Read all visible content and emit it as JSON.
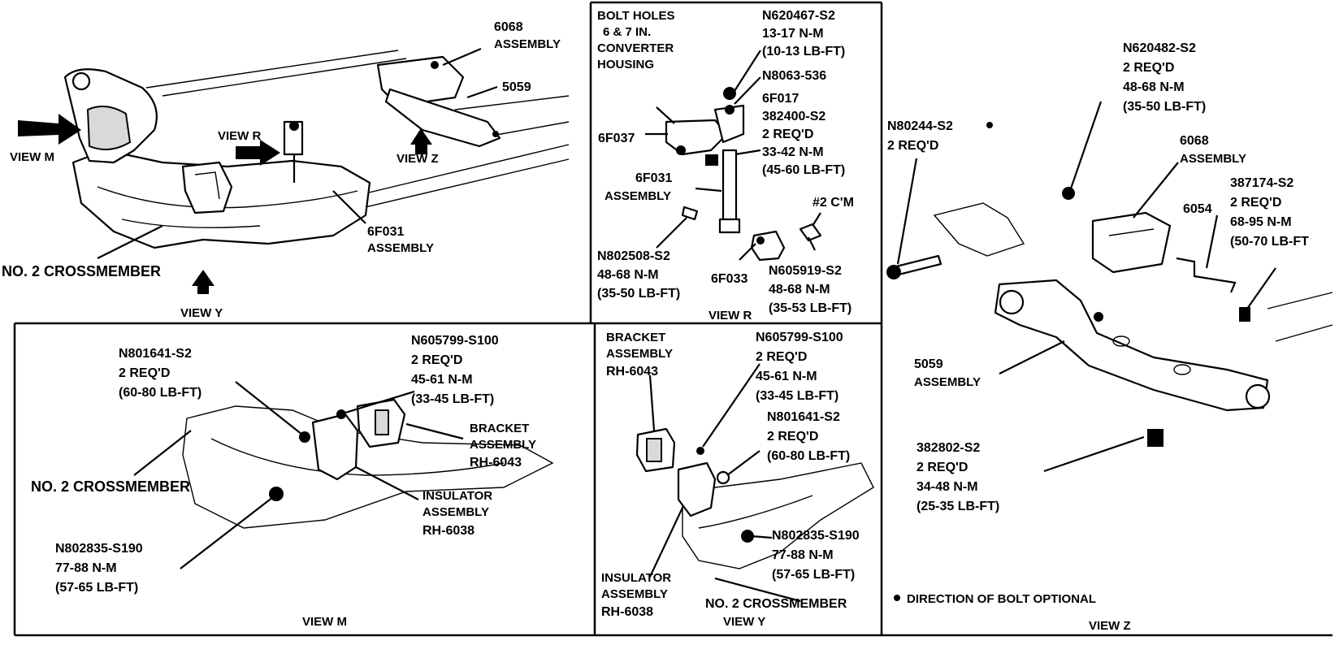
{
  "panels": {
    "overview": {
      "labels": {
        "l6068": "6068",
        "assembly1": "ASSEMBLY",
        "l5059": "5059",
        "viewR": "VIEW R",
        "viewZ": "VIEW Z",
        "viewM": "VIEW M",
        "l6f031": "6F031",
        "assembly2": "ASSEMBLY",
        "crossmember": "NO. 2 CROSSMEMBER",
        "viewY": "VIEW Y"
      }
    },
    "view_r": {
      "caption": "VIEW R",
      "labels": {
        "boltholes1": "BOLT HOLES",
        "boltholes2": "6 & 7 IN.",
        "boltholes3": "CONVERTER",
        "boltholes4": "HOUSING",
        "n620467": "N620467-S2",
        "n620467t1": "13-17 N-M",
        "n620467t2": "(10-13 LB-FT)",
        "n8063": "N8063-536",
        "l6f017": "6F017",
        "n382400": "382400-S2",
        "req1": "2 REQ'D",
        "t3342": "33-42 N-M",
        "t4560": "(45-60 LB-FT)",
        "l6f037": "6F037",
        "l6f031": "6F031",
        "assembly": "ASSEMBLY",
        "c2cm": "#2 C'M",
        "n802508": "N802508-S2",
        "n802508t1": "48-68 N-M",
        "n802508t2": "(35-50 LB-FT)",
        "l6f033": "6F033",
        "n605919": "N605919-S2",
        "n605919t1": "48-68 N-M",
        "n605919t2": "(35-53 LB-FT)"
      }
    },
    "view_z": {
      "caption": "VIEW Z",
      "labels": {
        "n620482": "N620482-S2",
        "req1": "2 REQ'D",
        "t1": "48-68 N-M",
        "t2": "(35-50 LB-FT)",
        "n80244": "N80244-S2",
        "req2": "2 REQ'D",
        "l6068": "6068",
        "assembly1": "ASSEMBLY",
        "n387174": "387174-S2",
        "req3": "2 REQ'D",
        "t3": "68-95 N-M",
        "t4": "(50-70 LB-FT",
        "l6054": "6054",
        "l5059": "5059",
        "assembly2": "ASSEMBLY",
        "n382802": "382802-S2",
        "req4": "2 REQ'D",
        "t5": "34-48 N-M",
        "t6": "(25-35 LB-FT)",
        "note": "DIRECTION OF BOLT OPTIONAL"
      }
    },
    "view_m": {
      "caption": "VIEW M",
      "labels": {
        "n801641": "N801641-S2",
        "req1": "2 REQ'D",
        "t1": "(60-80 LB-FT)",
        "n605799": "N605799-S100",
        "req2": "2 REQ'D",
        "t2": "45-61 N-M",
        "t3": "(33-45 LB-FT)",
        "bracket1": "BRACKET",
        "bracket2": "ASSEMBLY",
        "bracket3": "RH-6043",
        "crossmember": "NO. 2 CROSSMEMBER",
        "insulator1": "INSULATOR",
        "insulator2": "ASSEMBLY",
        "insulator3": "RH-6038",
        "n802835": "N802835-S190",
        "t4": "77-88 N-M",
        "t5": "(57-65 LB-FT)"
      }
    },
    "view_y": {
      "caption": "VIEW Y",
      "labels": {
        "bracket1": "BRACKET",
        "bracket2": "ASSEMBLY",
        "bracket3": "RH-6043",
        "n605799": "N605799-S100",
        "req1": "2 REQ'D",
        "t1": "45-61 N-M",
        "t2": "(33-45 LB-FT)",
        "n801641": "N801641-S2",
        "req2": "2 REQ'D",
        "t3": "(60-80 LB-FT)",
        "n802835": "N802835-S190",
        "t4": "77-88 N-M",
        "t5": "(57-65 LB-FT)",
        "insulator1": "INSULATOR",
        "insulator2": "ASSEMBLY",
        "insulator3": "RH-6038",
        "crossmember": "NO. 2 CROSSMEMBER"
      }
    }
  }
}
